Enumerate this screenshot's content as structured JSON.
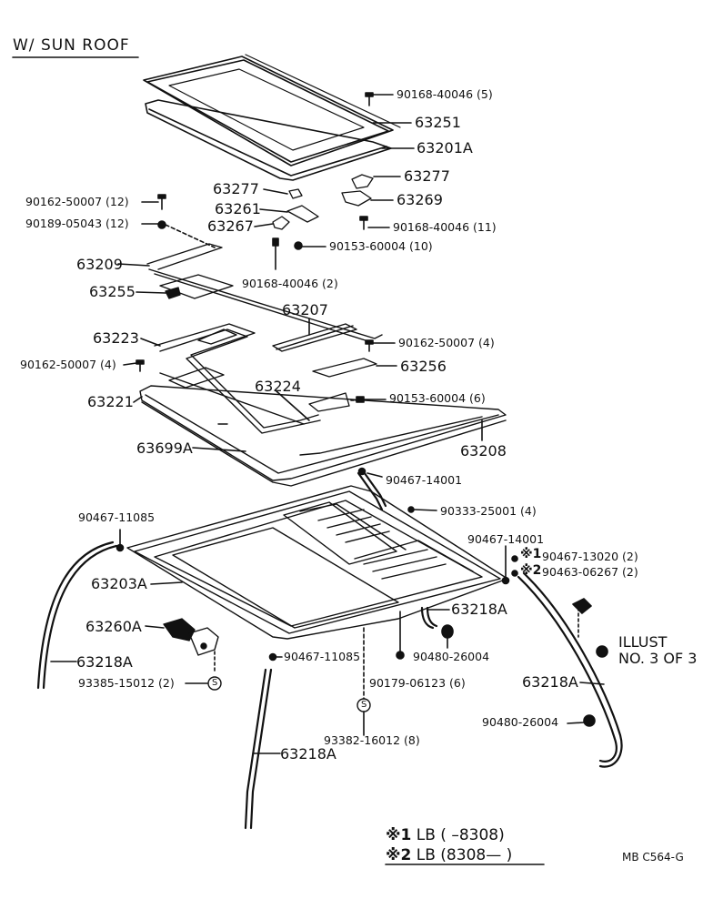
{
  "diagram": {
    "title": "W/ SUN ROOF",
    "code": "MB  C564-G",
    "illust_ref": {
      "line1": "ILLUST",
      "line2": "NO. 3 OF 3"
    },
    "legend": [
      {
        "mark": "※1",
        "text": "LB (        –8308)"
      },
      {
        "mark": "※2",
        "text": "LB (8308—        )"
      }
    ],
    "labels": {
      "p90168_40046_5": "90168-40046 (5)",
      "p63251": "63251",
      "p63201A": "63201A",
      "p63277_r": "63277",
      "p63277_l": "63277",
      "p63269": "63269",
      "p90162_50007_12": "90162-50007 (12)",
      "p63261": "63261",
      "p90189_05043_12": "90189-05043 (12)",
      "p63267": "63267",
      "p90168_40046_11": "90168-40046 (11)",
      "p90153_60004_10": "90153-60004 (10)",
      "p63209": "63209",
      "p90168_40046_2": "90168-40046 (2)",
      "p63255": "63255",
      "p63207": "63207",
      "p63223": "63223",
      "p90162_50007_4r": "90162-50007 (4)",
      "p90162_50007_4l": "90162-50007 (4)",
      "p63256": "63256",
      "p63224": "63224",
      "p63221": "63221",
      "p90153_60004_6": "90153-60004 (6)",
      "p63208": "63208",
      "p63699A": "63699A",
      "p90467_14001_a": "90467-14001",
      "p90333_25001_4": "90333-25001 (4)",
      "p90467_11085_a": "90467-11085",
      "p90467_14001_b": "90467-14001",
      "p90467_13020_2": "90467-13020 (2)",
      "p90463_06267_2": "90463-06267 (2)",
      "mark1": "※1",
      "mark2": "※2",
      "p63203A": "63203A",
      "p63218A_a": "63218A",
      "p63260A": "63260A",
      "p90480_26004_a": "90480-26004",
      "p63218A_b": "63218A",
      "p90467_11085_b": "90467-11085",
      "p90179_06123_6": "90179-06123 (6)",
      "p93385_15012_2": "93385-15012 (2)",
      "p63218A_c": "63218A",
      "p90480_26004_b": "90480-26004",
      "p93382_16012_8": "93382-16012 (8)",
      "p63218A_d": "63218A",
      "s_circle_1": "S",
      "s_circle_2": "S"
    }
  }
}
